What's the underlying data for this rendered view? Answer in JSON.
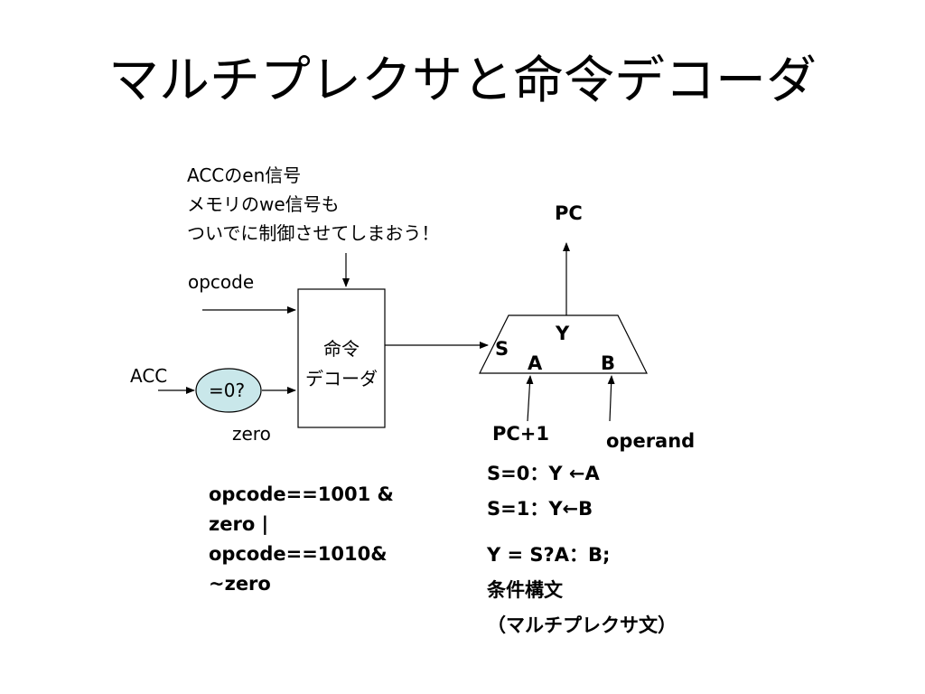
{
  "title": "マルチプレクサと命令デコーダ",
  "note": [
    "ACCのen信号",
    "メモリのwe信号も",
    "ついでに制御させてしまおう！"
  ],
  "labels": {
    "opcode": "opcode",
    "acc": "ACC",
    "zero_test": "=0?",
    "zero": "zero",
    "pc": "PC",
    "pc_plus1": "PC+1",
    "operand": "operand"
  },
  "decoder": {
    "line1": "命令",
    "line2": "デコーダ"
  },
  "mux": {
    "s": "S",
    "y": "Y",
    "a": "A",
    "b": "B"
  },
  "condition": [
    "opcode==1001 &",
    "zero |",
    "opcode==1010&",
    "~zero"
  ],
  "mux_rules": [
    "S=0：Y ←A",
    "S=1：Y←B"
  ],
  "explain": [
    "Y = S?A：B;",
    "条件構文",
    "（マルチプレクサ文）"
  ],
  "colors": {
    "ellipse_fill": "#c9e7ea",
    "stroke": "#000000"
  }
}
